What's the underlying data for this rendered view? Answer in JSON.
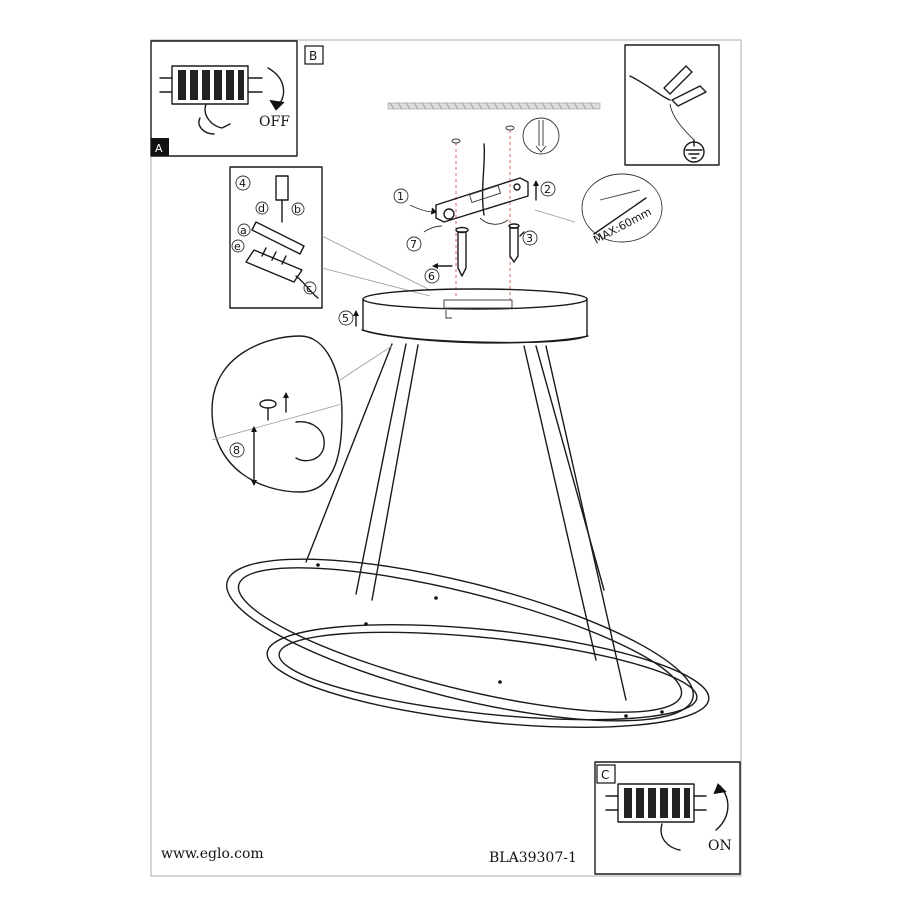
{
  "panels": {
    "a": {
      "label": "A"
    },
    "b": {
      "label": "B",
      "switch_text": "OFF"
    },
    "c": {
      "label": "C",
      "switch_text": "ON"
    }
  },
  "steps": [
    "1",
    "2",
    "3",
    "4",
    "5",
    "6",
    "7",
    "8"
  ],
  "detail_letters": [
    "a",
    "b",
    "c",
    "d",
    "e"
  ],
  "strip_spec": "MAX:60mm",
  "footer": {
    "website": "www.eglo.com",
    "model": "BLA39307-1"
  }
}
